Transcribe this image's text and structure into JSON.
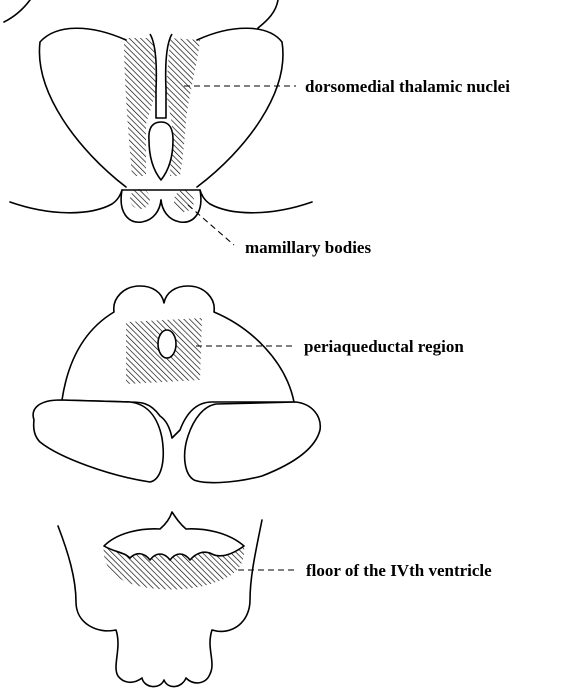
{
  "labels": {
    "dorsomedial": "dorsomedial thalamic nuclei",
    "mamillary": "mamillary bodies",
    "periaqueductal": "periaqueductal region",
    "fourth_ventricle": "floor of the IVth ventricle"
  },
  "colors": {
    "ink": "#000000",
    "background": "#ffffff"
  }
}
